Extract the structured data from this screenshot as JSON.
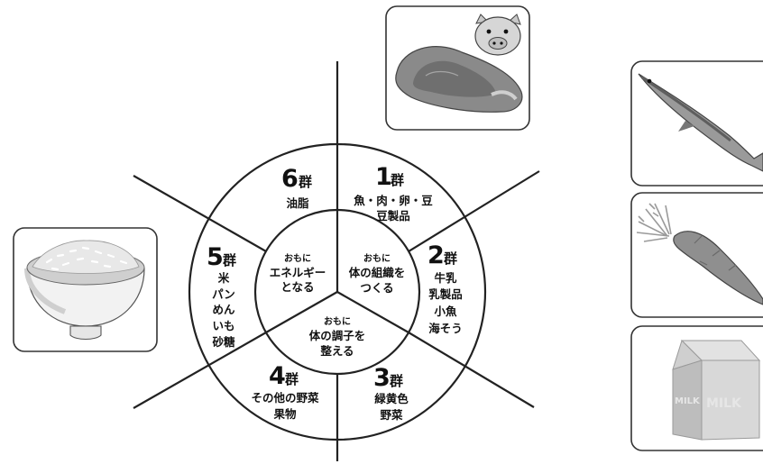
{
  "groups": [
    {
      "number": "1",
      "suffix": "群",
      "foods": [
        "魚・肉・卵・豆",
        "豆製品"
      ]
    },
    {
      "number": "2",
      "suffix": "群",
      "foods": [
        "牛乳",
        "乳製品",
        "小魚",
        "海そう"
      ]
    },
    {
      "number": "3",
      "suffix": "群",
      "foods": [
        "緑黄色",
        "野菜"
      ]
    },
    {
      "number": "4",
      "suffix": "群",
      "foods": [
        "その他の野菜",
        "果物"
      ]
    },
    {
      "number": "5",
      "suffix": "群",
      "foods": [
        "米",
        "パン",
        "めん",
        "いも",
        "砂糖"
      ]
    },
    {
      "number": "6",
      "suffix": "群",
      "foods": [
        "油脂"
      ]
    }
  ],
  "center": {
    "body_building": {
      "lead": "おもに",
      "lines": [
        "体の組織を",
        "つくる"
      ]
    },
    "energy": {
      "lead": "おもに",
      "lines": [
        "エネルギー",
        "となる"
      ]
    },
    "regulate": {
      "lead": "おもに",
      "lines": [
        "体の調子を",
        "整える"
      ]
    }
  },
  "images": {
    "meat": "meat-with-pig-icon",
    "rice": "rice-bowl-icon",
    "fish": "saury-fish-icon",
    "carrot": "carrot-icon",
    "milk": "milk-carton-icon"
  },
  "milk_label": "MILK",
  "colors": {
    "line": "#222222",
    "panel_border": "#333333",
    "food_gray": "#8f8f8f"
  }
}
